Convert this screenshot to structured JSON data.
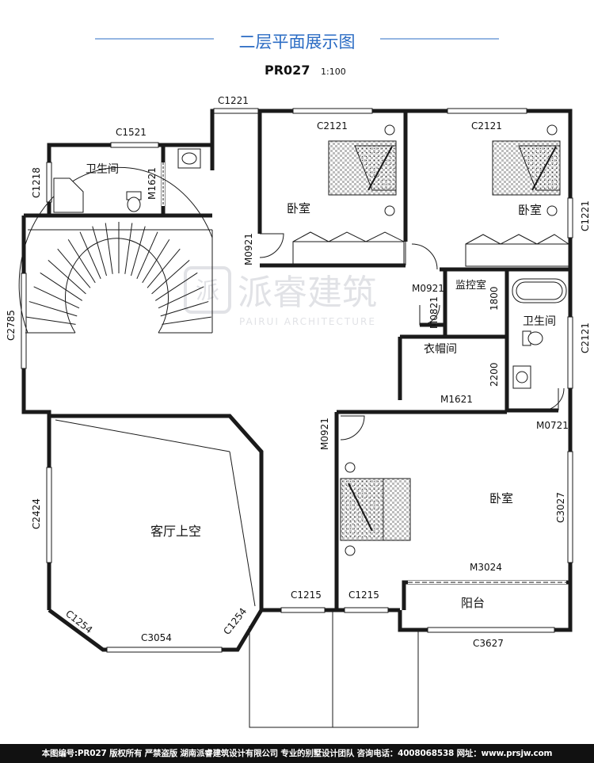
{
  "header": {
    "title": "二层平面展示图",
    "plan_code": "PR027",
    "scale": "1:100"
  },
  "watermark": {
    "brand_cn": "派睿建筑",
    "brand_en": "PAIRUI ARCHITECTURE"
  },
  "rooms": {
    "bathroom_nw": "卫生间",
    "bedroom_1": "卧室",
    "bedroom_2": "卧室",
    "monitor_room": "监控室",
    "bathroom_e": "卫生间",
    "cloakroom": "衣帽间",
    "bedroom_3": "卧室",
    "living_void": "客厅上空",
    "balcony": "阳台"
  },
  "openings": {
    "c1221_top": "C1221",
    "c1521": "C1521",
    "c2121_a": "C2121",
    "c2121_b": "C2121",
    "c1218": "C1218",
    "m1621_a": "M1621",
    "c2785": "C2785",
    "m0921_a": "M0921",
    "m0921_b": "M0921",
    "m0821": "M0821",
    "c1221_right": "C1221",
    "c2121_right": "C2121",
    "m1621_b": "M1621",
    "m0721": "M0721",
    "m0921_c": "M0921",
    "c3027": "C3027",
    "m3024": "M3024",
    "c2424": "C2424",
    "c1215_a": "C1215",
    "c1215_b": "C1215",
    "c1254_a": "C1254",
    "c1254_b": "C1254",
    "c3054": "C3054",
    "c3627": "C3627"
  },
  "dimensions": {
    "d1800": "1800",
    "d2200": "2200"
  },
  "footer": {
    "text": "本图编号:PR027 版权所有 严禁盗版 湖南派睿建筑设计有限公司 专业的别墅设计团队 咨询电话：4008068538 网址：www.prsjw.com"
  },
  "colors": {
    "title_blue": "#2b6cc4",
    "wall": "#1a1a1a",
    "watermark": "#c9ccd2",
    "footer_bg": "#111111"
  }
}
